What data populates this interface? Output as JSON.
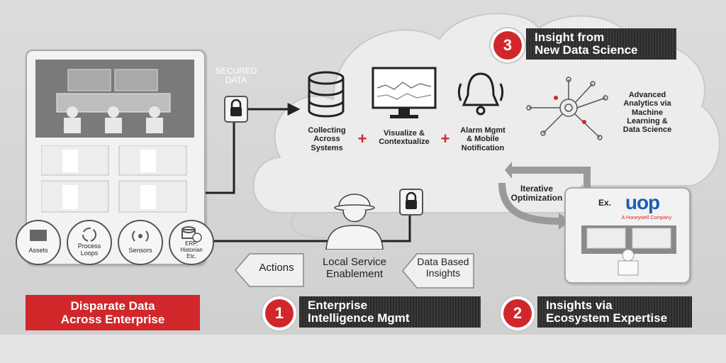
{
  "secured_data": "SECURED\nDATA",
  "steps": {
    "collecting": "Collecting\nAcross\nSystems",
    "visualize": "Visualize &\nContextualize",
    "alarm": "Alarm Mgmt\n& Mobile\nNotification",
    "analytics": "Advanced\nAnalytics via\nMachine\nLearning &\nData Science"
  },
  "plus_sign": "+",
  "iterative": "Iterative\nOptimization",
  "example_prefix": "Ex.",
  "uop_logo": "uop",
  "uop_tagline": "A Honeywell Company",
  "data_sources": [
    "Assets",
    "Process\nLoops",
    "Sensors",
    "ERP,\nHistorian\nEtc."
  ],
  "local_service": "Local Service\nEnablement",
  "actions": "Actions",
  "data_based_insights": "Data Based\nInsights",
  "disparate": "Disparate Data\nAcross Enterprise",
  "badges": {
    "one": {
      "number": "1",
      "label": "Enterprise\nIntelligence Mgmt"
    },
    "two": {
      "number": "2",
      "label": "Insights via\nEcosystem Expertise"
    },
    "three": {
      "number": "3",
      "label": "Insight from\nNew Data Science"
    }
  },
  "colors": {
    "accent_red": "#d1272b",
    "dark_label": "#2f2f2f",
    "uop_blue": "#1b5fb5"
  },
  "icons": [
    "database-icon",
    "monitor-icon",
    "bell-icon",
    "network-icon",
    "lock-icon",
    "worker-icon",
    "motor-icon",
    "cycle-icon",
    "sensor-icon",
    "erp-icon",
    "control-room-icon"
  ]
}
